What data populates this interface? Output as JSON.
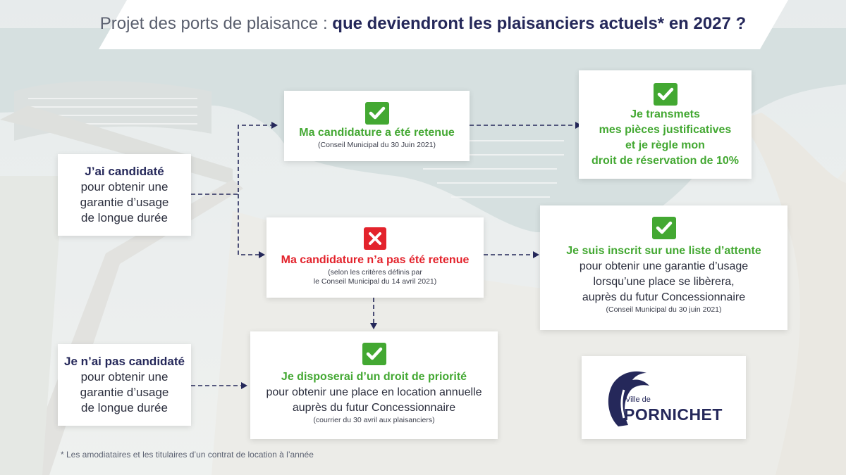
{
  "header": {
    "title_light": "Projet des ports de plaisance : ",
    "title_bold": "que deviendront les plaisanciers actuels* en 2027 ?"
  },
  "box_candidate": {
    "title": "J’ai candidaté",
    "lines": [
      "pour obtenir une",
      "garantie d’usage",
      "de longue durée"
    ]
  },
  "box_not_candidate": {
    "title": "Je n’ai pas candidaté",
    "lines": [
      "pour obtenir une",
      "garantie d’usage",
      "de longue durée"
    ]
  },
  "box_retained": {
    "icon": "check-icon",
    "title": "Ma candidature a été retenue",
    "note": "(Conseil Municipal du 30 Juin 2021)"
  },
  "box_transmit": {
    "icon": "check-icon",
    "lines": [
      "Je transmets",
      "mes pièces justificatives",
      "et je règle mon",
      "droit de réservation de 10%"
    ]
  },
  "box_not_retained": {
    "icon": "cross-icon",
    "title": "Ma candidature n’a pas été retenue",
    "notes": [
      "(selon les critères définis par",
      "le Conseil Municipal du 14 avril 2021)"
    ]
  },
  "box_waitlist": {
    "icon": "check-icon",
    "title": "Je suis inscrit sur une liste d’attente",
    "lines": [
      "pour obtenir une garantie d’usage",
      "lorsqu’une place se libèrera,",
      "auprès du futur Concessionnaire"
    ],
    "note": "(Conseil Municipal du 30 juin 2021)"
  },
  "box_priority": {
    "icon": "check-icon",
    "title": "Je disposerai d’un droit de priorité",
    "lines": [
      "pour obtenir une place en location annuelle",
      "auprès du futur Concessionnaire"
    ],
    "note": "(courrier du 30 avril aux plaisanciers)"
  },
  "logo": {
    "small": "Ville de",
    "name": "PORNICHET"
  },
  "footnote": "* Les amodiataires et les titulaires d’un contrat de location à l’année",
  "colors": {
    "navy": "#25285a",
    "green": "#43a832",
    "red": "#e3232c"
  }
}
